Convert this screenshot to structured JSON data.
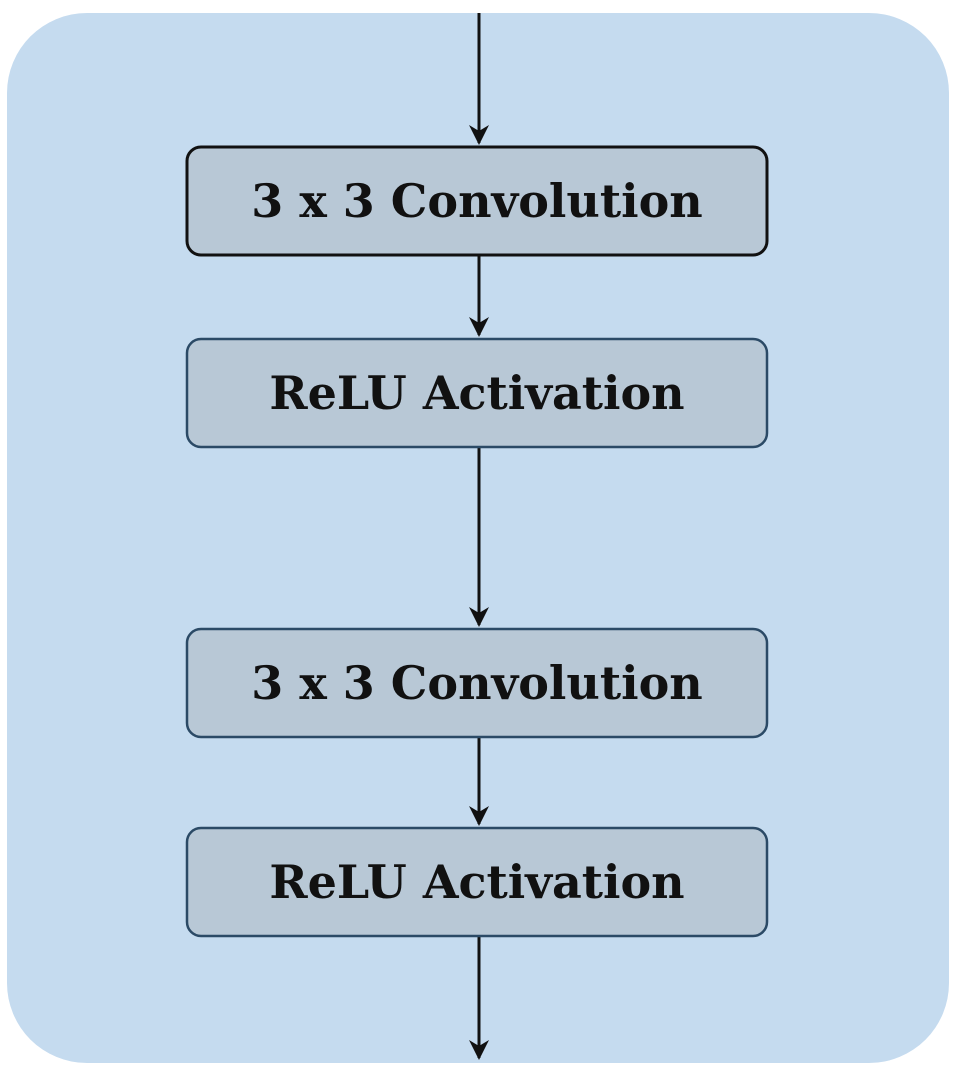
{
  "diagram": {
    "colors": {
      "panel_fill": "#c5dbef",
      "box_fill": "#b8c8d6",
      "box_border_highlight": "#111111",
      "box_border": "#2b4a66",
      "arrow": "#111111"
    },
    "blocks": [
      {
        "label": "3 x 3 Convolution",
        "highlighted": true
      },
      {
        "label": "ReLU Activation",
        "highlighted": false
      },
      {
        "label": "3 x 3 Convolution",
        "highlighted": false
      },
      {
        "label": "ReLU Activation",
        "highlighted": false
      }
    ]
  }
}
